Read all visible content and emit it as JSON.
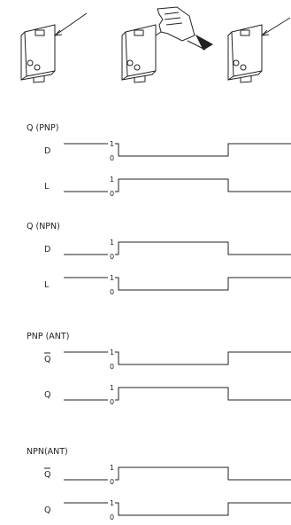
{
  "groups": [
    {
      "title": "Q (PNP)",
      "rows": [
        {
          "label": "D",
          "bar": false,
          "start_level": "1",
          "pattern": "low-middle"
        },
        {
          "label": "L",
          "bar": false,
          "start_level": "0",
          "pattern": "high-middle"
        }
      ]
    },
    {
      "title": "Q (NPN)",
      "rows": [
        {
          "label": "D",
          "bar": false,
          "start_level": "0",
          "pattern": "high-middle"
        },
        {
          "label": "L",
          "bar": false,
          "start_level": "1",
          "pattern": "low-middle"
        }
      ]
    },
    {
      "title": "PNP (ANT)",
      "rows": [
        {
          "label": "Q",
          "bar": true,
          "start_level": "1",
          "pattern": "low-middle"
        },
        {
          "label": "Q",
          "bar": false,
          "start_level": "0",
          "pattern": "high-middle"
        }
      ]
    },
    {
      "title": "NPN(ANT)",
      "rows": [
        {
          "label": "Q",
          "bar": true,
          "start_level": "0",
          "pattern": "high-middle"
        },
        {
          "label": "Q",
          "bar": false,
          "start_level": "1",
          "pattern": "low-middle"
        }
      ]
    }
  ],
  "levels": {
    "high": "1",
    "low": "0"
  },
  "illustrations": [
    {
      "name": "sensor-dark-icon"
    },
    {
      "name": "sensor-hand-icon"
    },
    {
      "name": "sensor-light-icon"
    }
  ],
  "colors": {
    "ink": "#222222",
    "background": "#ffffff"
  }
}
